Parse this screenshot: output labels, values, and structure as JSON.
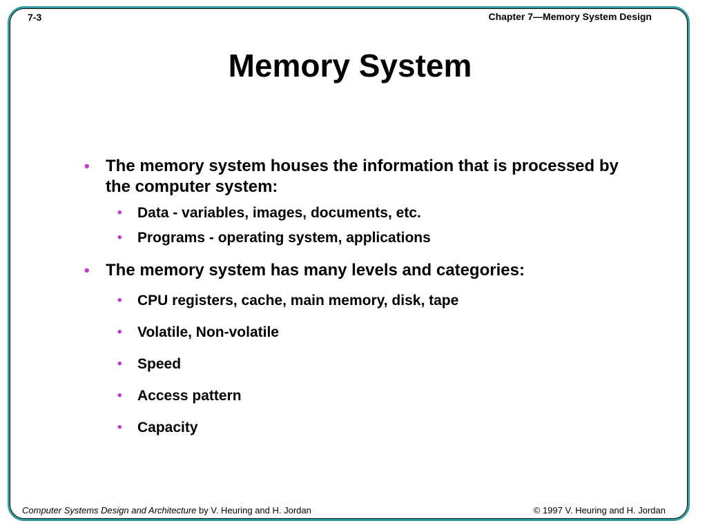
{
  "header": {
    "slide_number": "7-3",
    "chapter": "Chapter 7—Memory System Design"
  },
  "title": "Memory System",
  "bullets": [
    {
      "text": "The memory system houses the information that is processed by the computer system:",
      "sub": [
        "Data - variables, images, documents, etc.",
        "Programs - operating system, applications"
      ]
    },
    {
      "text": "The memory system has many levels and categories:",
      "sub": [
        "CPU registers, cache, main memory, disk, tape",
        "Volatile, Non-volatile",
        "Speed",
        "Access pattern",
        "Capacity"
      ]
    }
  ],
  "bullet_glyph": "•",
  "footer": {
    "book_title": "Computer Systems Design and Architecture",
    "authors": " by V. Heuring and H. Jordan",
    "copyright": "© 1997 V. Heuring and H. Jordan"
  },
  "colors": {
    "frame": "#2e9e9e",
    "bullet": "#cc33cc"
  }
}
